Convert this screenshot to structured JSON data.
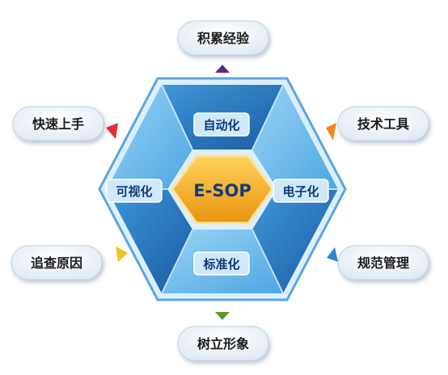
{
  "diagram": {
    "center_label": "E-SOP",
    "inner_labels": {
      "top": "自动化",
      "right": "电子化",
      "bottom": "标准化",
      "left": "可视化"
    },
    "outer_labels": {
      "top": "积累经验",
      "top_right": "技术工具",
      "bottom_right": "规范管理",
      "bottom": "树立形象",
      "bottom_left": "追查原因",
      "top_left": "快速上手"
    },
    "colors": {
      "hex_light": "#7ec4ee",
      "hex_mid": "#3a93d8",
      "hex_dark": "#1d5fa8",
      "center_gold": "#f2a51c",
      "label_navy": "#0d3a78",
      "pill_fill": "#f7f9fc",
      "arrow_top": "#5b2a8a",
      "arrow_top_left": "#e0302a",
      "arrow_top_right": "#f08a1c",
      "arrow_bottom_left": "#f2c31c",
      "arrow_bottom_right": "#2a86c8",
      "arrow_bottom": "#5a9a2a"
    }
  }
}
